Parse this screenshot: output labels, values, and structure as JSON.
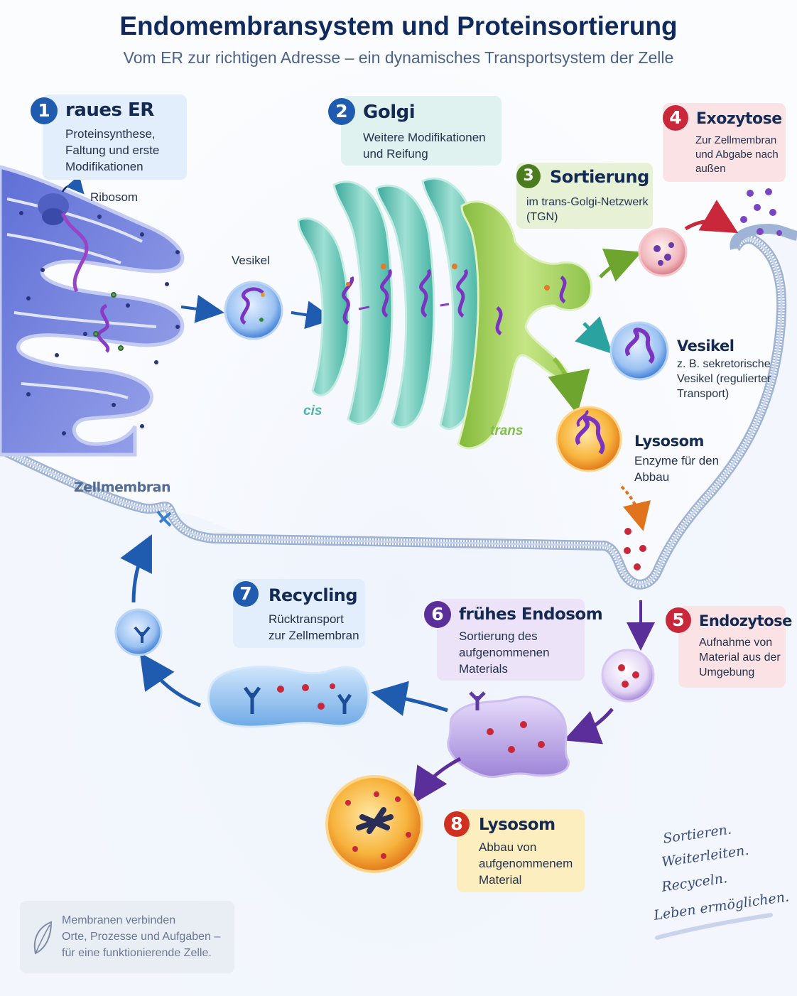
{
  "header": {
    "title": "Endomembransystem und Proteinsortierung",
    "subtitle": "Vom ER zur richtigen Adresse – ein dynamisches Transportsystem der Zelle"
  },
  "steps": [
    {
      "number": "1",
      "title": "raues ER",
      "text": [
        "Proteinsynthese,",
        "Faltung und erste",
        "Modifikationen"
      ]
    },
    {
      "number": "2",
      "title": "Golgi",
      "text": [
        "Weitere Modifikationen",
        "und Reifung"
      ]
    },
    {
      "number": "3",
      "title": "Sortierung",
      "text": [
        "im trans-Golgi-Netzwerk",
        "(TGN)"
      ]
    },
    {
      "number": "4",
      "title": "Exozytose",
      "text": [
        "Zur Zellmembran",
        "und Abgabe nach",
        "außen"
      ]
    },
    {
      "number": "5",
      "title": "Endozytose",
      "text": [
        "Aufnahme von",
        "Material aus der",
        "Umgebung"
      ]
    },
    {
      "number": "6",
      "title": "frühes Endosom",
      "text": [
        "Sortierung des",
        "aufgenommenen",
        "Materials"
      ]
    },
    {
      "number": "7",
      "title": "Recycling",
      "text": [
        "Rücktransport",
        "zur Zellmembran"
      ]
    },
    {
      "number": "8",
      "title": "Lysosom",
      "text": [
        "Abbau von",
        "aufgenommenem",
        "Material"
      ]
    }
  ],
  "labels": {
    "ribosom": "Ribosom",
    "vesikel": "Vesikel",
    "cis": "cis",
    "trans": "trans",
    "zellmembran": "Zellmembran",
    "vesikel_side": {
      "title": "Vesikel",
      "text": [
        "z. B. sekretorische",
        "Vesikel (regulierter",
        "Transport)"
      ]
    },
    "lysosom_side": {
      "title": "Lysosom",
      "text": [
        "Enzyme für den",
        "Abbau"
      ]
    }
  },
  "footer_note": [
    "Membranen verbinden",
    "Orte, Prozesse und Aufgaben –",
    "für eine funktionierende Zelle."
  ],
  "slogan": [
    "Sortieren.",
    "Weiterleiten.",
    "Recyceln.",
    "Leben ermöglichen."
  ],
  "icons": {
    "note": "leaf-icon"
  },
  "colors": {
    "blue": "#1f5cb0",
    "green": "#6da52e",
    "red": "#c8283a",
    "purple": "#5a2f9a",
    "orange": "#d0301f"
  }
}
